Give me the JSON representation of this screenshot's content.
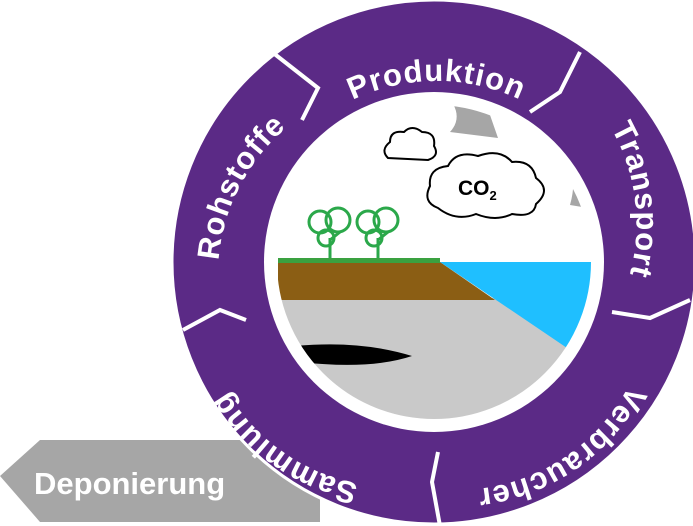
{
  "cycle": {
    "stages": [
      {
        "id": "produktion",
        "label": "Produktion"
      },
      {
        "id": "transport",
        "label": "Transport"
      },
      {
        "id": "verbraucher",
        "label": "Verbraucher"
      },
      {
        "id": "sammlung",
        "label": "Sammlung"
      },
      {
        "id": "rohstoffe",
        "label": "Rohstoffe"
      }
    ],
    "exit_label": "Deponierung",
    "emission_label": "CO",
    "emission_subscript": "2"
  },
  "colors": {
    "ring": "#5b2a86",
    "ring_border": "#ffffff",
    "exit_arrow": "#a6a6a6",
    "arrow_ghost": "#a6a6a6",
    "soil": "#8b5e14",
    "grass": "#3aa140",
    "water": "#1fbfff",
    "rock": "#c9c9c9",
    "oil": "#000000",
    "tree": "#2ba84a"
  },
  "icons": [
    "cloud-icon",
    "co2-cloud-icon",
    "tree-icon"
  ]
}
